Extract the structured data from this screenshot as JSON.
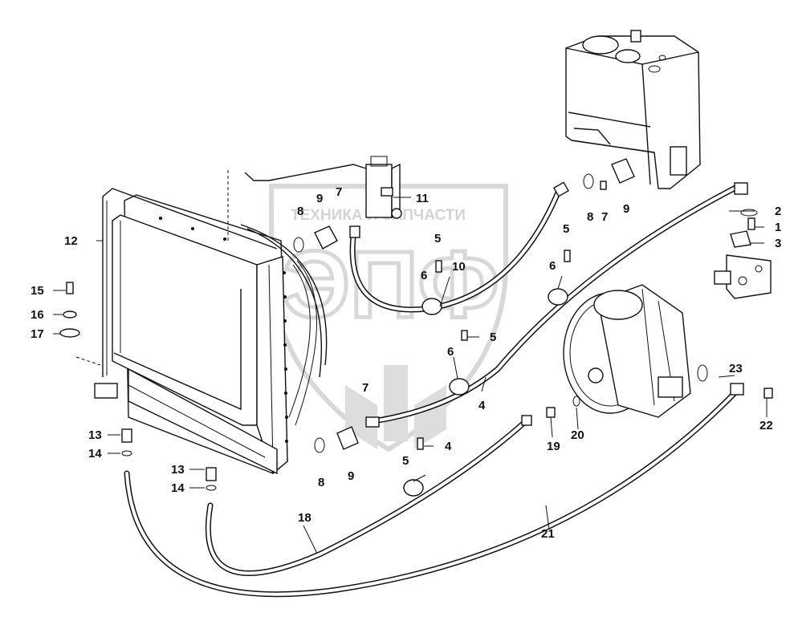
{
  "watermark": {
    "line1": "ТЕХНИКА И ЗАПЧАСТИ",
    "big_letters": "ЭПФ"
  },
  "labels": [
    {
      "id": "1",
      "text": "1"
    },
    {
      "id": "2",
      "text": "2"
    },
    {
      "id": "3",
      "text": "3"
    },
    {
      "id": "4a",
      "text": "4"
    },
    {
      "id": "4b",
      "text": "4"
    },
    {
      "id": "5a",
      "text": "5"
    },
    {
      "id": "5b",
      "text": "5"
    },
    {
      "id": "5c",
      "text": "5"
    },
    {
      "id": "5d",
      "text": "5"
    },
    {
      "id": "6a",
      "text": "6"
    },
    {
      "id": "6b",
      "text": "6"
    },
    {
      "id": "6c",
      "text": "6"
    },
    {
      "id": "7a",
      "text": "7"
    },
    {
      "id": "7b",
      "text": "7"
    },
    {
      "id": "7c",
      "text": "7"
    },
    {
      "id": "8a",
      "text": "8"
    },
    {
      "id": "8b",
      "text": "8"
    },
    {
      "id": "8c",
      "text": "8"
    },
    {
      "id": "9a",
      "text": "9"
    },
    {
      "id": "9b",
      "text": "9"
    },
    {
      "id": "9c",
      "text": "9"
    },
    {
      "id": "10",
      "text": "10"
    },
    {
      "id": "11",
      "text": "11"
    },
    {
      "id": "12",
      "text": "12"
    },
    {
      "id": "13a",
      "text": "13"
    },
    {
      "id": "13b",
      "text": "13"
    },
    {
      "id": "14a",
      "text": "14"
    },
    {
      "id": "14b",
      "text": "14"
    },
    {
      "id": "15",
      "text": "15"
    },
    {
      "id": "16",
      "text": "16"
    },
    {
      "id": "17",
      "text": "17"
    },
    {
      "id": "18",
      "text": "18"
    },
    {
      "id": "19",
      "text": "19"
    },
    {
      "id": "20",
      "text": "20"
    },
    {
      "id": "21",
      "text": "21"
    },
    {
      "id": "22",
      "text": "22"
    },
    {
      "id": "23",
      "text": "23"
    }
  ]
}
